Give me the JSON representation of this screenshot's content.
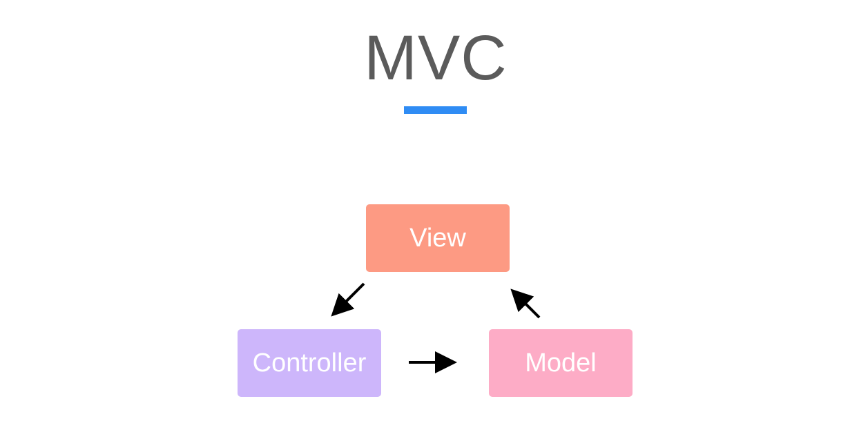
{
  "diagram": {
    "title": "MVC",
    "accent_color": "#2f8cf4",
    "nodes": [
      {
        "id": "view",
        "label": "View",
        "color": "#fd9a83"
      },
      {
        "id": "controller",
        "label": "Controller",
        "color": "#cdb6fb"
      },
      {
        "id": "model",
        "label": "Model",
        "color": "#fdacc6"
      }
    ],
    "edges": [
      {
        "from": "view",
        "to": "controller"
      },
      {
        "from": "controller",
        "to": "model"
      },
      {
        "from": "model",
        "to": "view"
      }
    ],
    "arrow_color": "#000000"
  }
}
